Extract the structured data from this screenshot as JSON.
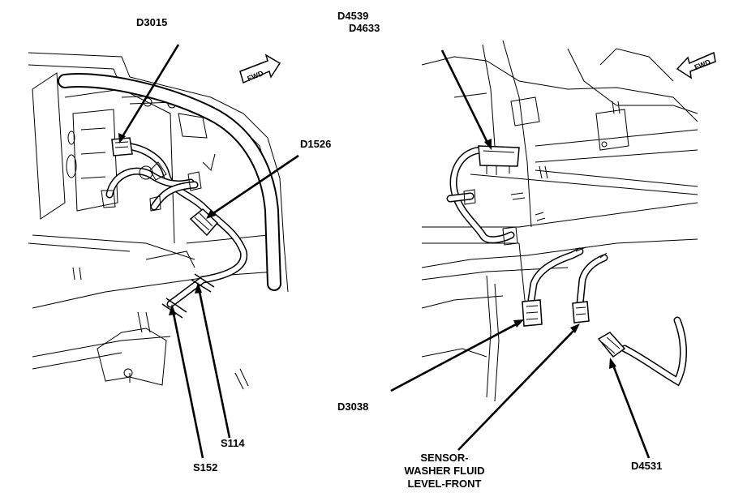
{
  "labels": {
    "d3015": "D3015",
    "d4539": "D4539",
    "d4633": "D4633",
    "d1526": "D1526",
    "s114": "S114",
    "s152": "S152",
    "d3038": "D3038",
    "d4531": "D4531",
    "sensor_line1": "SENSOR-",
    "sensor_line2": "WASHER FLUID",
    "sensor_line3": "LEVEL-FRONT",
    "fwd_left": "FWD",
    "fwd_right": "FWD"
  }
}
